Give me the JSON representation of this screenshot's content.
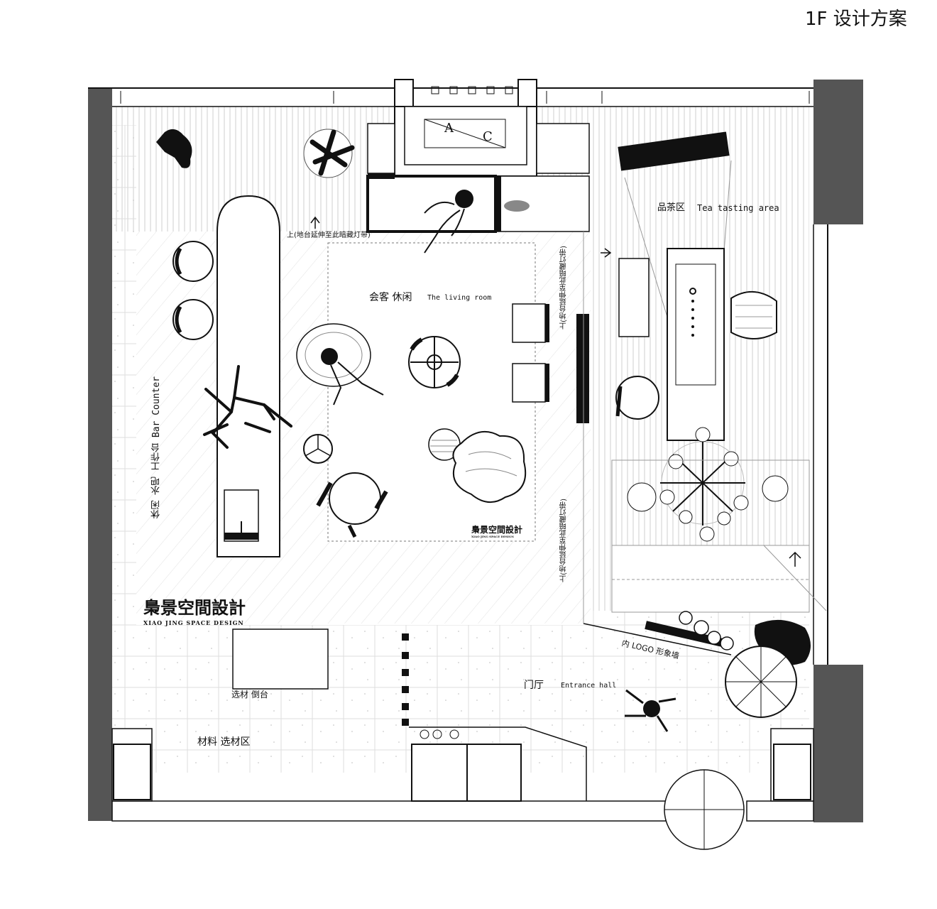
{
  "title": "1F  设计方案",
  "zones": {
    "tea_cn": "品茶区",
    "tea_en": "Tea tasting area",
    "living_cn": "会客 休闲",
    "living_en": "The living room",
    "bar": "休闲 水吧 工作台 Bar Counter",
    "entrance_cn": "门厅",
    "entrance_en": "Entrance hall",
    "logo_wall": "内 LOGO 形象墙",
    "counter": "选材 倒台",
    "material": "材料 选材区"
  },
  "notes": {
    "step_top": "上(地台延伸至此暗藏灯带)",
    "step_mid": "上(地台延伸至此暗藏灯带)",
    "step_low": "上(地台延伸至此暗藏灯带)"
  },
  "brand": {
    "name": "梟景空間設計",
    "name_en": "XIAO JING SPACE DESIGN",
    "rug_name": "梟景空間設計",
    "rug_en": "XIAO JING SPACE DESIGN"
  },
  "fireplace": {
    "letter_a": "A",
    "letter_c": "C"
  },
  "colors": {
    "wall": "#555555",
    "ink": "#111111",
    "hatch": "#c8c8c8",
    "paper": "#ffffff"
  }
}
